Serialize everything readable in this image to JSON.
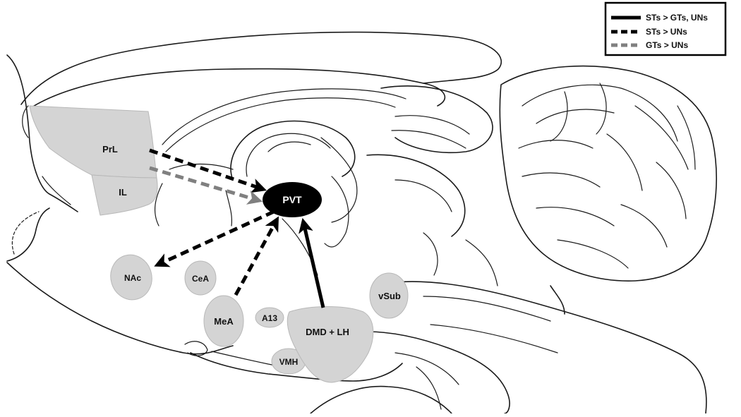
{
  "legend": {
    "items": [
      {
        "label": "STs > GTs, UNs",
        "style": "solid",
        "color": "#000000"
      },
      {
        "label": "STs > UNs",
        "style": "dashed",
        "color": "#000000"
      },
      {
        "label": "GTs > UNs",
        "style": "dashed",
        "color": "#808080"
      }
    ]
  },
  "regions": {
    "prl": "PrL",
    "il": "IL",
    "pvt": "PVT",
    "nac": "NAc",
    "cea": "CeA",
    "mea": "MeA",
    "a13": "A13",
    "dmd_lh": "DMD + LH",
    "vmh": "VMH",
    "vsub": "vSub"
  },
  "colors": {
    "region_fill": "#d4d4d4",
    "pvt_fill": "#000000",
    "outline": "#1a1a1a",
    "gray_arrow": "#808080"
  }
}
